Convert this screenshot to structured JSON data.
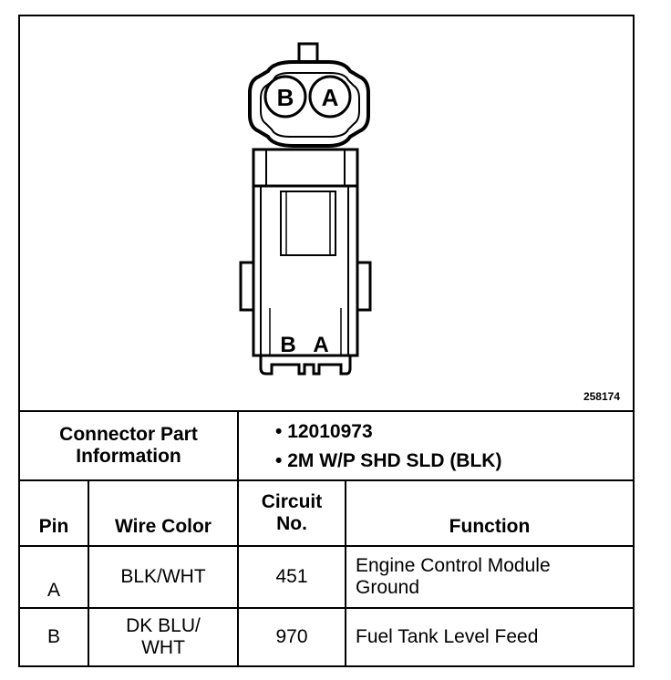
{
  "diagram": {
    "pin_labels_front": [
      "B",
      "A"
    ],
    "pin_labels_side": [
      "B",
      "A"
    ],
    "figure_number": "258174"
  },
  "connector_info": {
    "label_line1": "Connector Part",
    "label_line2": "Information",
    "items": [
      "12010973",
      "2M W/P SHD SLD (BLK)"
    ]
  },
  "table": {
    "headers": {
      "pin": "Pin",
      "wire_color": "Wire Color",
      "circuit_line1": "Circuit",
      "circuit_line2": "No.",
      "function": "Function"
    },
    "rows": [
      {
        "pin": "A",
        "wire_color_line1": "BLK/WHT",
        "wire_color_line2": "",
        "circuit": "451",
        "function_line1": "Engine Control Module",
        "function_line2": "Ground"
      },
      {
        "pin": "B",
        "wire_color_line1": "DK BLU/",
        "wire_color_line2": "WHT",
        "circuit": "970",
        "function_line1": "Fuel Tank Level Feed",
        "function_line2": ""
      }
    ]
  }
}
